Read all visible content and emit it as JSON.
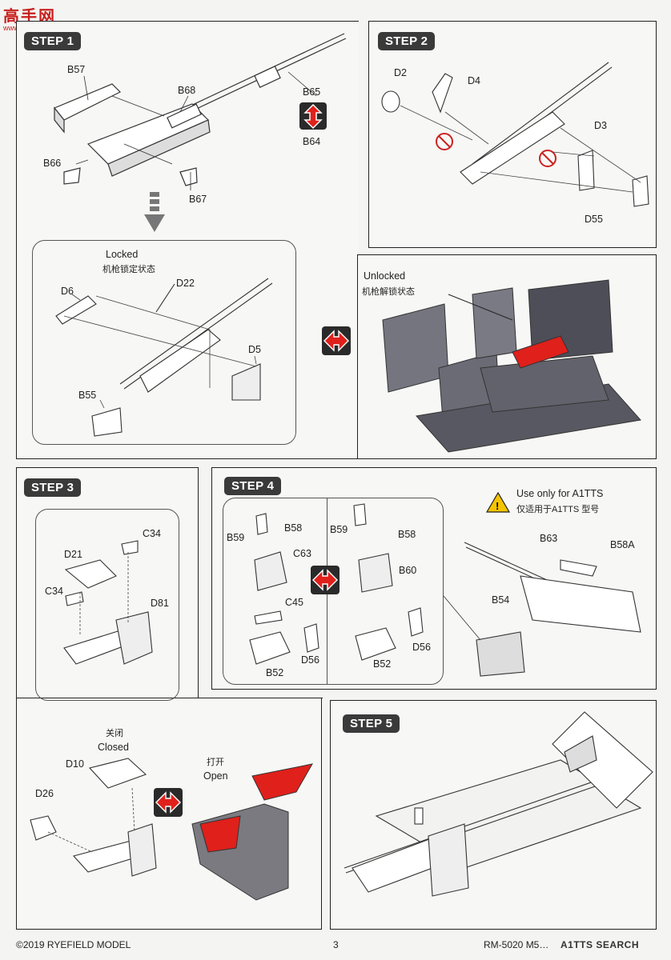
{
  "header": {
    "logo_text": "高手网",
    "logo_url_text": "www.gaoshou.com"
  },
  "steps": {
    "step1": {
      "title": "STEP 1",
      "parts": [
        "B57",
        "B68",
        "B65",
        "B64",
        "B66",
        "B67"
      ],
      "sub_title": "Locked",
      "sub_title_cn": "机枪锁定状态",
      "sub_parts": [
        "D6",
        "D22",
        "D5",
        "B55"
      ]
    },
    "step2": {
      "title": "STEP 2",
      "parts": [
        "D2",
        "D4",
        "D3",
        "D55"
      ]
    },
    "unlocked": {
      "title": "Unlocked",
      "title_cn": "机枪解锁状态"
    },
    "step3": {
      "title": "STEP 3",
      "parts": [
        "C34",
        "D21",
        "C34",
        "D81"
      ],
      "closed_cn": "关闭",
      "closed": "Closed",
      "open_cn": "打开",
      "open": "Open",
      "lower_parts": [
        "D10",
        "D26"
      ]
    },
    "step4": {
      "title": "STEP 4",
      "left_parts": [
        "B59",
        "B58",
        "C63",
        "C45",
        "D56",
        "B52"
      ],
      "right_parts": [
        "B59",
        "B58",
        "B60",
        "D56",
        "B52"
      ],
      "note": "Use only for A1TTS",
      "note_cn": "仅适用于A1TTS 型号",
      "tts_parts": [
        "B63",
        "B58A",
        "B54"
      ]
    },
    "step5": {
      "title": "STEP 5"
    }
  },
  "footer": {
    "copyright": "©2019 RYEFIELD MODEL",
    "page": "3",
    "product": "RM-5020 M5…",
    "watermark": "A1TTS SEARCH"
  },
  "colors": {
    "accent_red": "#e0201b",
    "arrow_box": "#2a2a2a",
    "model_gray": "#6e6e78"
  }
}
